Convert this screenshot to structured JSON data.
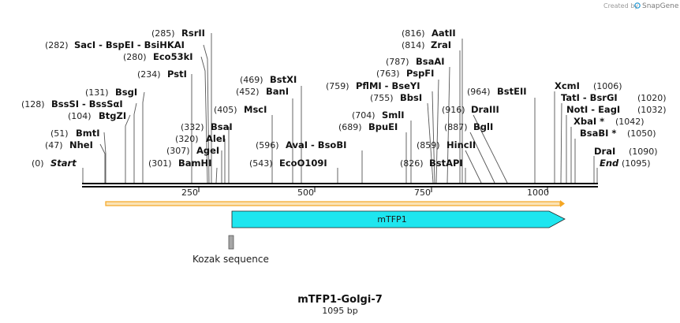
{
  "credit": {
    "prefix": "Created by",
    "brand": "SnapGene"
  },
  "title": "mTFP1-Golgi-7",
  "length_label": "1095 bp",
  "ticks": [
    "250",
    "500",
    "750",
    "1000"
  ],
  "features": {
    "arrow_label": "mTFP1",
    "kozak_label": "Kozak sequence"
  },
  "colors": {
    "backbone": "#000000",
    "feature_cyan": "#1ee6ef",
    "orf_orange": "#f5a623",
    "kozak_gray": "#a6a6a6"
  },
  "sites": [
    {
      "pos": "(0)",
      "name": "Start",
      "italic": true
    },
    {
      "pos": "(47)",
      "name": "NheI"
    },
    {
      "pos": "(51)",
      "name": "BmtI"
    },
    {
      "pos": "(104)",
      "name": "BtgZI"
    },
    {
      "pos": "(128)",
      "name": "BssSI  -  BssSαI"
    },
    {
      "pos": "(131)",
      "name": "BsgI"
    },
    {
      "pos": "(234)",
      "name": "PstI"
    },
    {
      "pos": "(280)",
      "name": "Eco53kI"
    },
    {
      "pos": "(282)",
      "name": "SacI  -  BspEI  -  BsiHKAI"
    },
    {
      "pos": "(285)",
      "name": "RsrII"
    },
    {
      "pos": "(301)",
      "name": "BamHI"
    },
    {
      "pos": "(307)",
      "name": "AgeI"
    },
    {
      "pos": "(320)",
      "name": "AleI"
    },
    {
      "pos": "(332)",
      "name": "BsaI"
    },
    {
      "pos": "(405)",
      "name": "MscI"
    },
    {
      "pos": "(452)",
      "name": "BanI"
    },
    {
      "pos": "(469)",
      "name": "BstXI"
    },
    {
      "pos": "(543)",
      "name": "EcoO109I"
    },
    {
      "pos": "(596)",
      "name": "AvaI  -  BsoBI"
    },
    {
      "pos": "(689)",
      "name": "BpuEI"
    },
    {
      "pos": "(704)",
      "name": "SmlI"
    },
    {
      "pos": "(755)",
      "name": "BbsI"
    },
    {
      "pos": "(759)",
      "name": "PflMI  -  BseYI"
    },
    {
      "pos": "(763)",
      "name": "PspFI"
    },
    {
      "pos": "(787)",
      "name": "BsaAI"
    },
    {
      "pos": "(814)",
      "name": "ZraI"
    },
    {
      "pos": "(816)",
      "name": "AatII"
    },
    {
      "pos": "(826)",
      "name": "BstAPI"
    },
    {
      "pos": "(859)",
      "name": "HincII"
    },
    {
      "pos": "(887)",
      "name": "BglI"
    },
    {
      "pos": "(916)",
      "name": "DraIII"
    },
    {
      "pos": "(964)",
      "name": "BstEII"
    },
    {
      "pos": "(1006)",
      "name": "XcmI"
    },
    {
      "pos": "(1020)",
      "name": "TatI  -  BsrGI"
    },
    {
      "pos": "(1032)",
      "name": "NotI  -  EagI"
    },
    {
      "pos": "(1042)",
      "name": "XbaI *"
    },
    {
      "pos": "(1050)",
      "name": "BsaBI *"
    },
    {
      "pos": "(1090)",
      "name": "DraI"
    },
    {
      "pos": "(1095)",
      "name": "End",
      "italic": true
    }
  ]
}
